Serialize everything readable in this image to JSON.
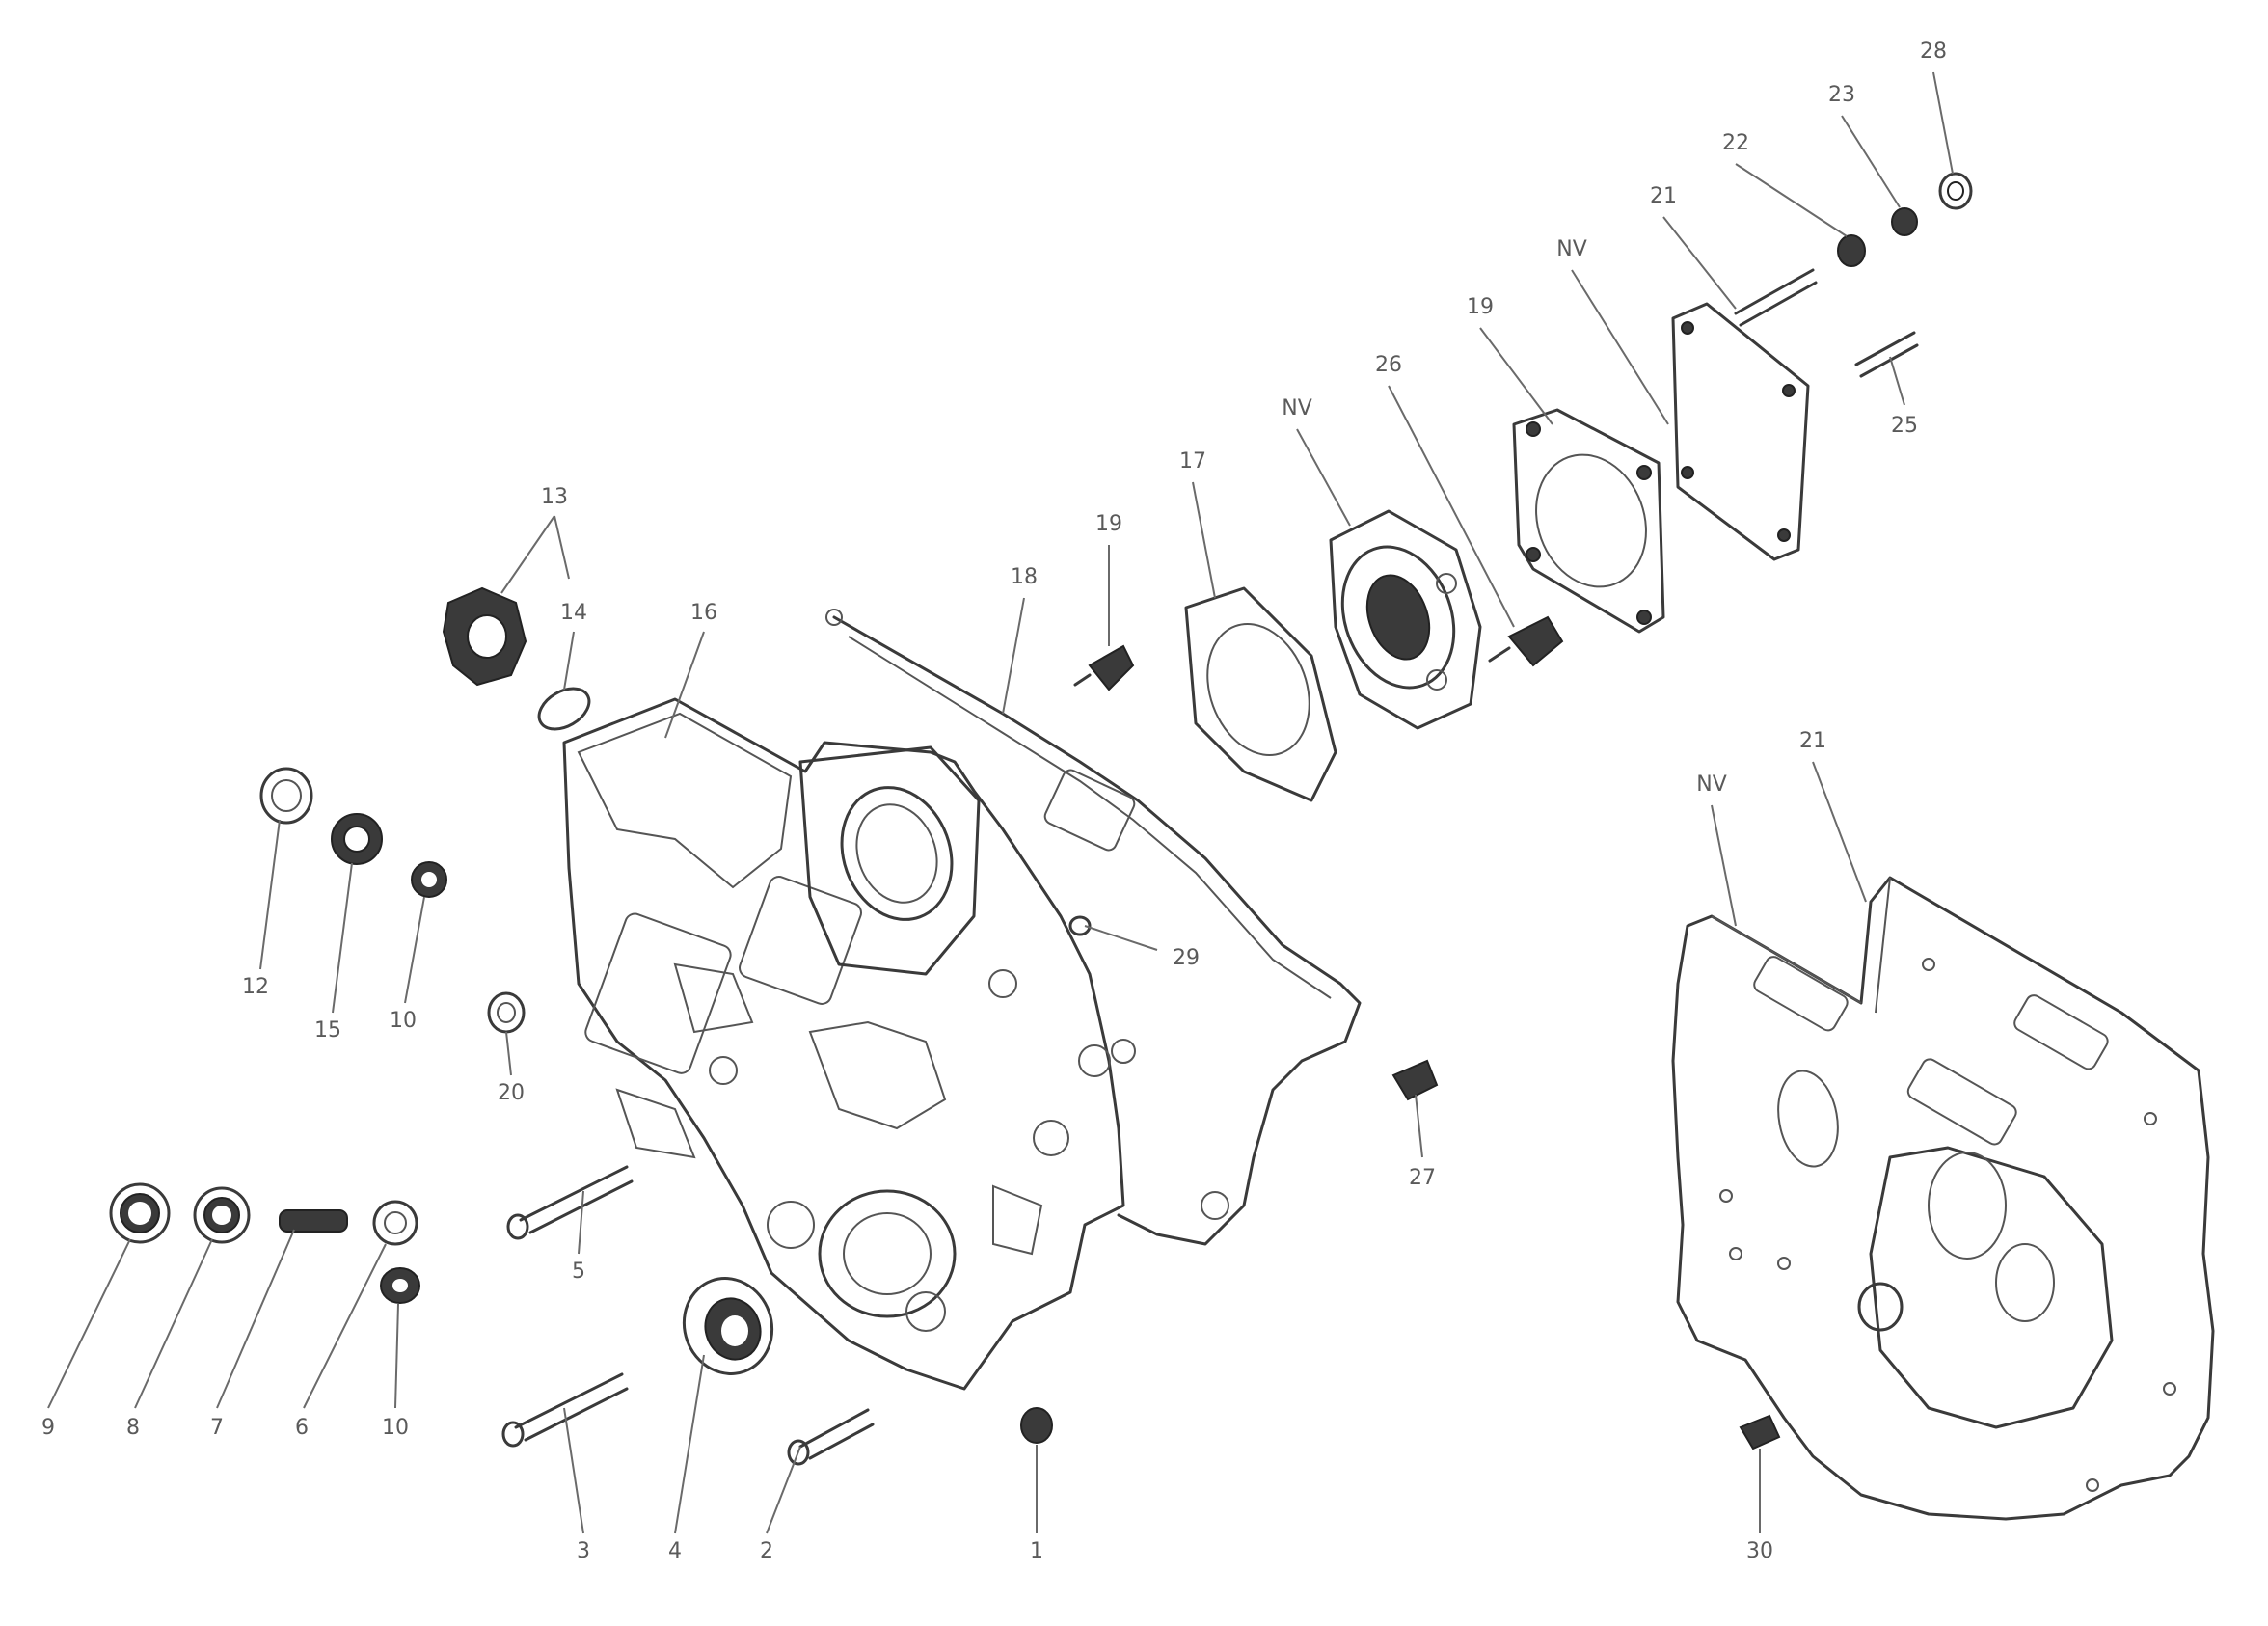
{
  "callouts": {
    "c13": "13",
    "c14": "14",
    "c16": "16",
    "c12": "12",
    "c15": "15",
    "c10a": "10",
    "c20": "20",
    "c9": "9",
    "c8": "8",
    "c7": "7",
    "c6": "6",
    "c10b": "10",
    "c5": "5",
    "c3": "3",
    "c4": "4",
    "c2": "2",
    "c1": "1",
    "c18": "18",
    "c19a": "19",
    "c17": "17",
    "cNV1": "NV",
    "c26": "26",
    "c19b": "19",
    "cNV2": "NV",
    "c21a": "21",
    "c22": "22",
    "c23": "23",
    "c28": "28",
    "c25": "25",
    "c29": "29",
    "c27": "27",
    "cNV3": "NV",
    "c21b": "21",
    "c30": "30"
  }
}
